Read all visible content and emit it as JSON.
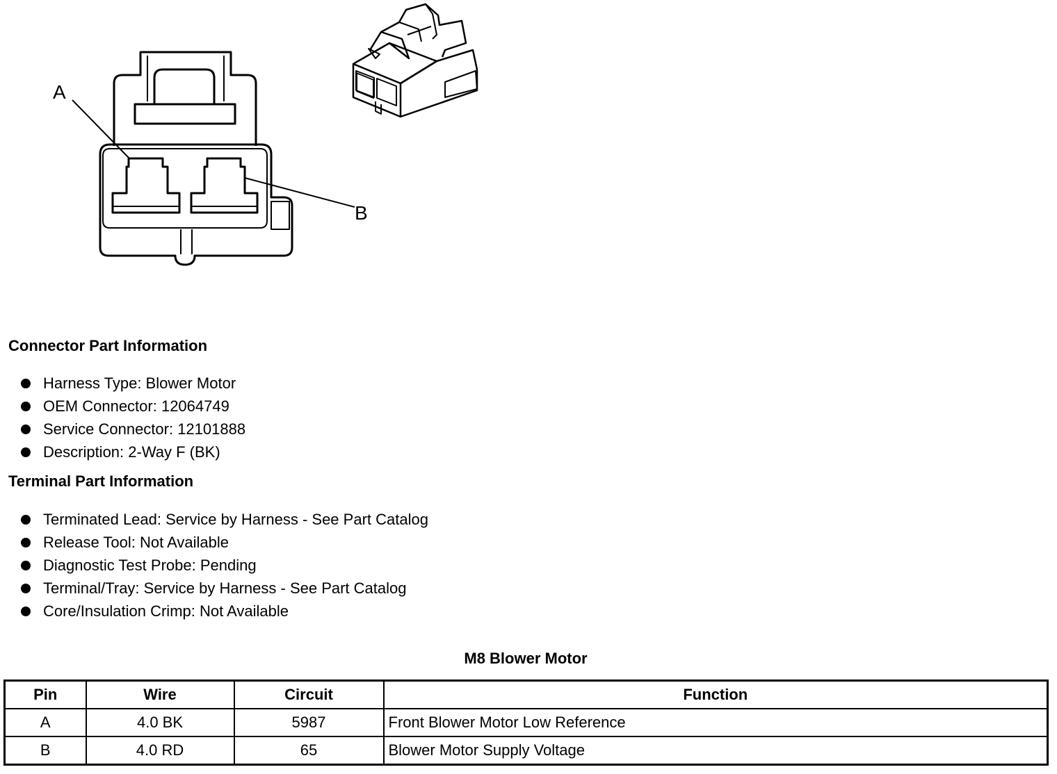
{
  "diagram": {
    "label_a": "A",
    "label_b": "B"
  },
  "connector_part_info": {
    "heading": "Connector Part Information",
    "items": [
      "Harness Type: Blower Motor",
      "OEM Connector: 12064749",
      "Service Connector: 12101888",
      "Description: 2-Way F (BK)"
    ]
  },
  "terminal_part_info": {
    "heading": "Terminal Part Information",
    "items": [
      "Terminated Lead: Service by Harness - See Part Catalog",
      "Release Tool: Not Available",
      "Diagnostic Test Probe: Pending",
      "Terminal/Tray: Service by Harness - See Part Catalog",
      "Core/Insulation Crimp: Not Available"
    ]
  },
  "pin_table": {
    "title": "M8 Blower Motor",
    "headers": [
      "Pin",
      "Wire",
      "Circuit",
      "Function"
    ],
    "rows": [
      [
        "A",
        "4.0 BK",
        "5987",
        "Front Blower Motor Low Reference"
      ],
      [
        "B",
        "4.0 RD",
        "65",
        "Blower Motor Supply Voltage"
      ]
    ]
  }
}
